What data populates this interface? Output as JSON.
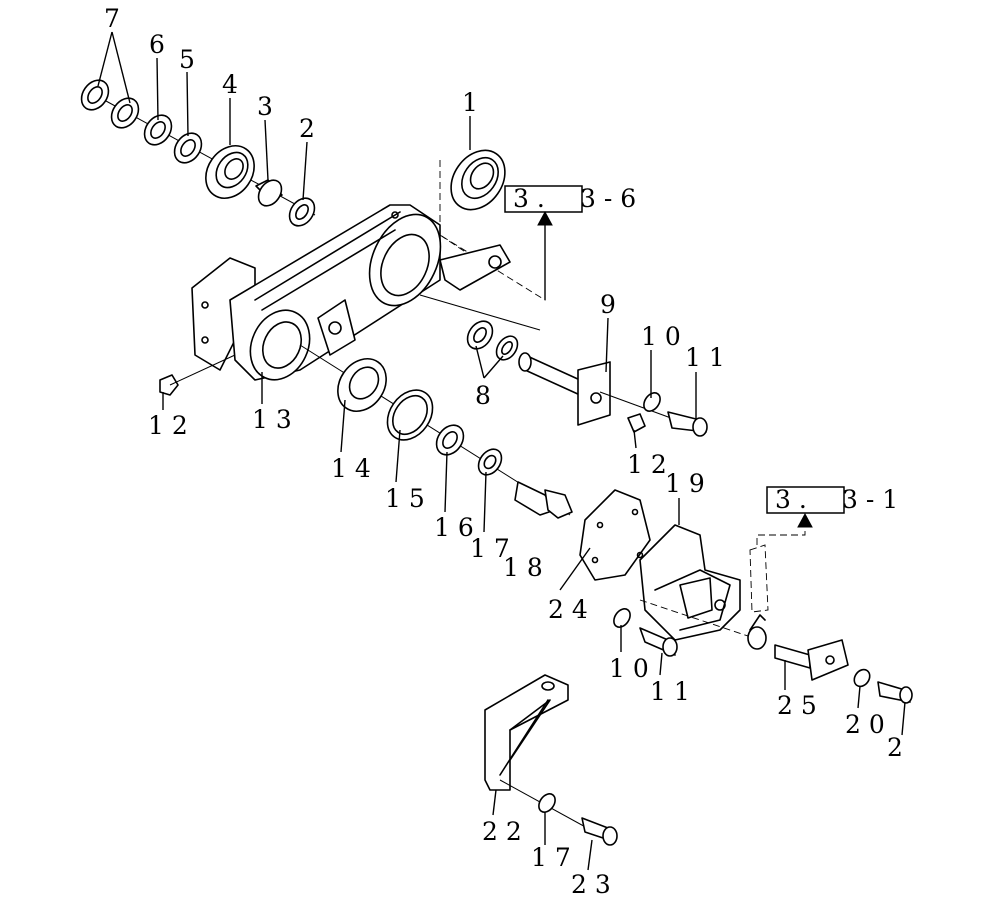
{
  "labels": {
    "l7": "7",
    "l6": "6",
    "l5": "5",
    "l4": "4",
    "l3": "3",
    "l2": "2",
    "l1": "1",
    "l9": "9",
    "l10a": "1 0",
    "l11a": "1 1",
    "l8": "8",
    "l12a": "1 2",
    "l13": "1 3",
    "l14": "1 4",
    "l15": "1 5",
    "l16": "1 6",
    "l17": "1 7",
    "l12b": "1 2",
    "l18": "1 8",
    "l19": "1 9",
    "l24": "2 4",
    "l10b": "1 0",
    "l11b": "1 1",
    "l25": "2 5",
    "l20": "2 0",
    "l2b": "2",
    "l22": "2 2",
    "l17b": "1 7",
    "l23": "2 3"
  },
  "refs": {
    "ref_a_box": "3 .",
    "ref_a_tail": "3 - 6",
    "ref_b_box": "3 .",
    "ref_b_tail": "3 - 1"
  }
}
